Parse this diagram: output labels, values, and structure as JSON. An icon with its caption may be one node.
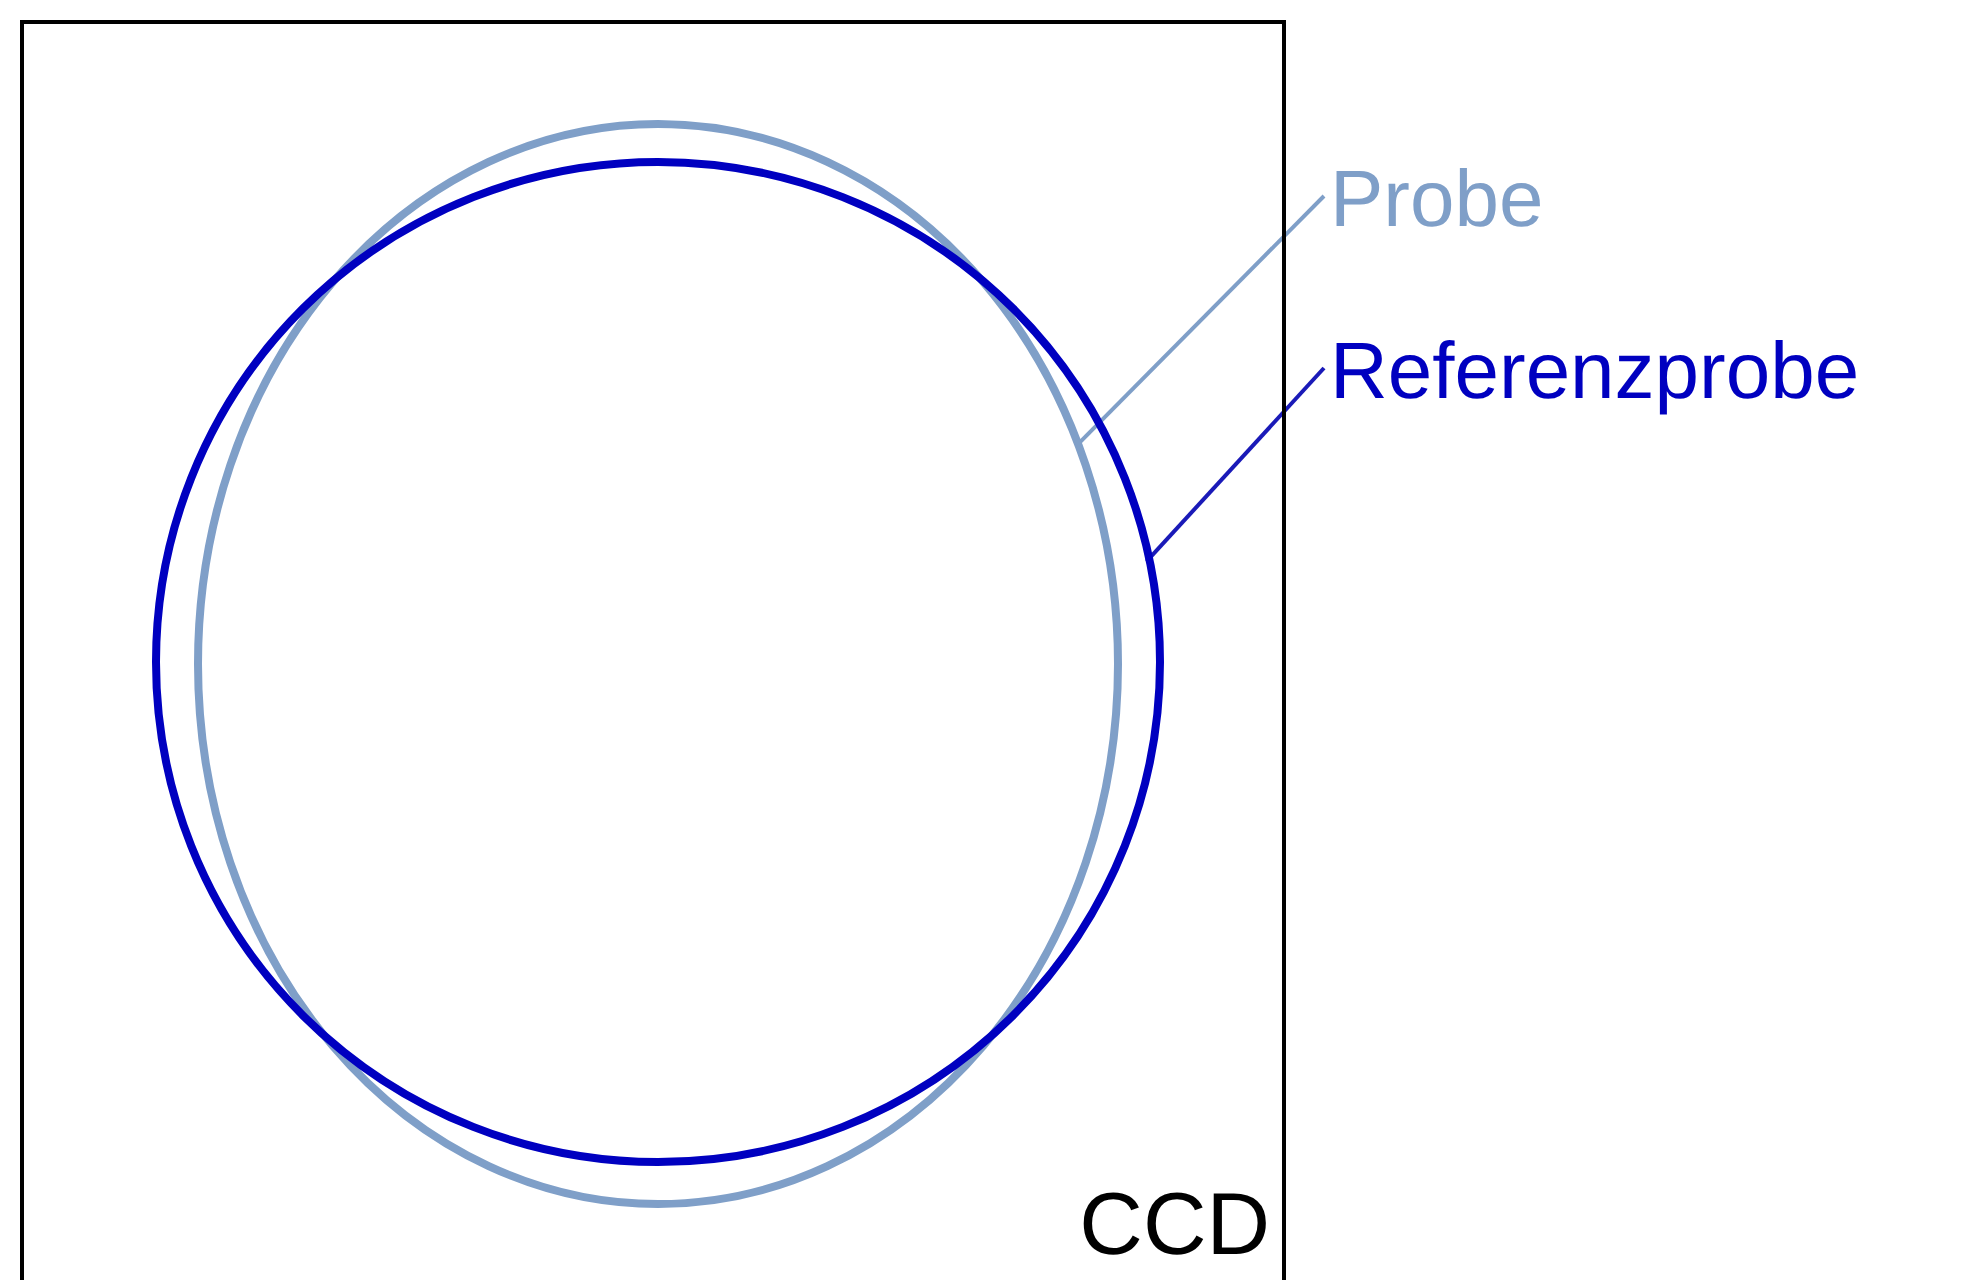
{
  "diagram": {
    "nodes": [
      {
        "text": [
          "CCD"
        ]
      },
      {
        "text": [
          "Probe"
        ]
      },
      {
        "text": [
          "Referenzprobe"
        ]
      },
      {
        "text": [],
        "shape": "circle",
        "in": 0
      },
      {
        "text": [],
        "shape": "circle",
        "in": 0
      }
    ],
    "edges": [
      {
        "from": 1,
        "to": 3,
        "arrow": "none",
        "color": "#7f9fc8"
      },
      {
        "from": 2,
        "to": 4,
        "arrow": "none",
        "color": "#1a1ab8"
      }
    ]
  }
}
